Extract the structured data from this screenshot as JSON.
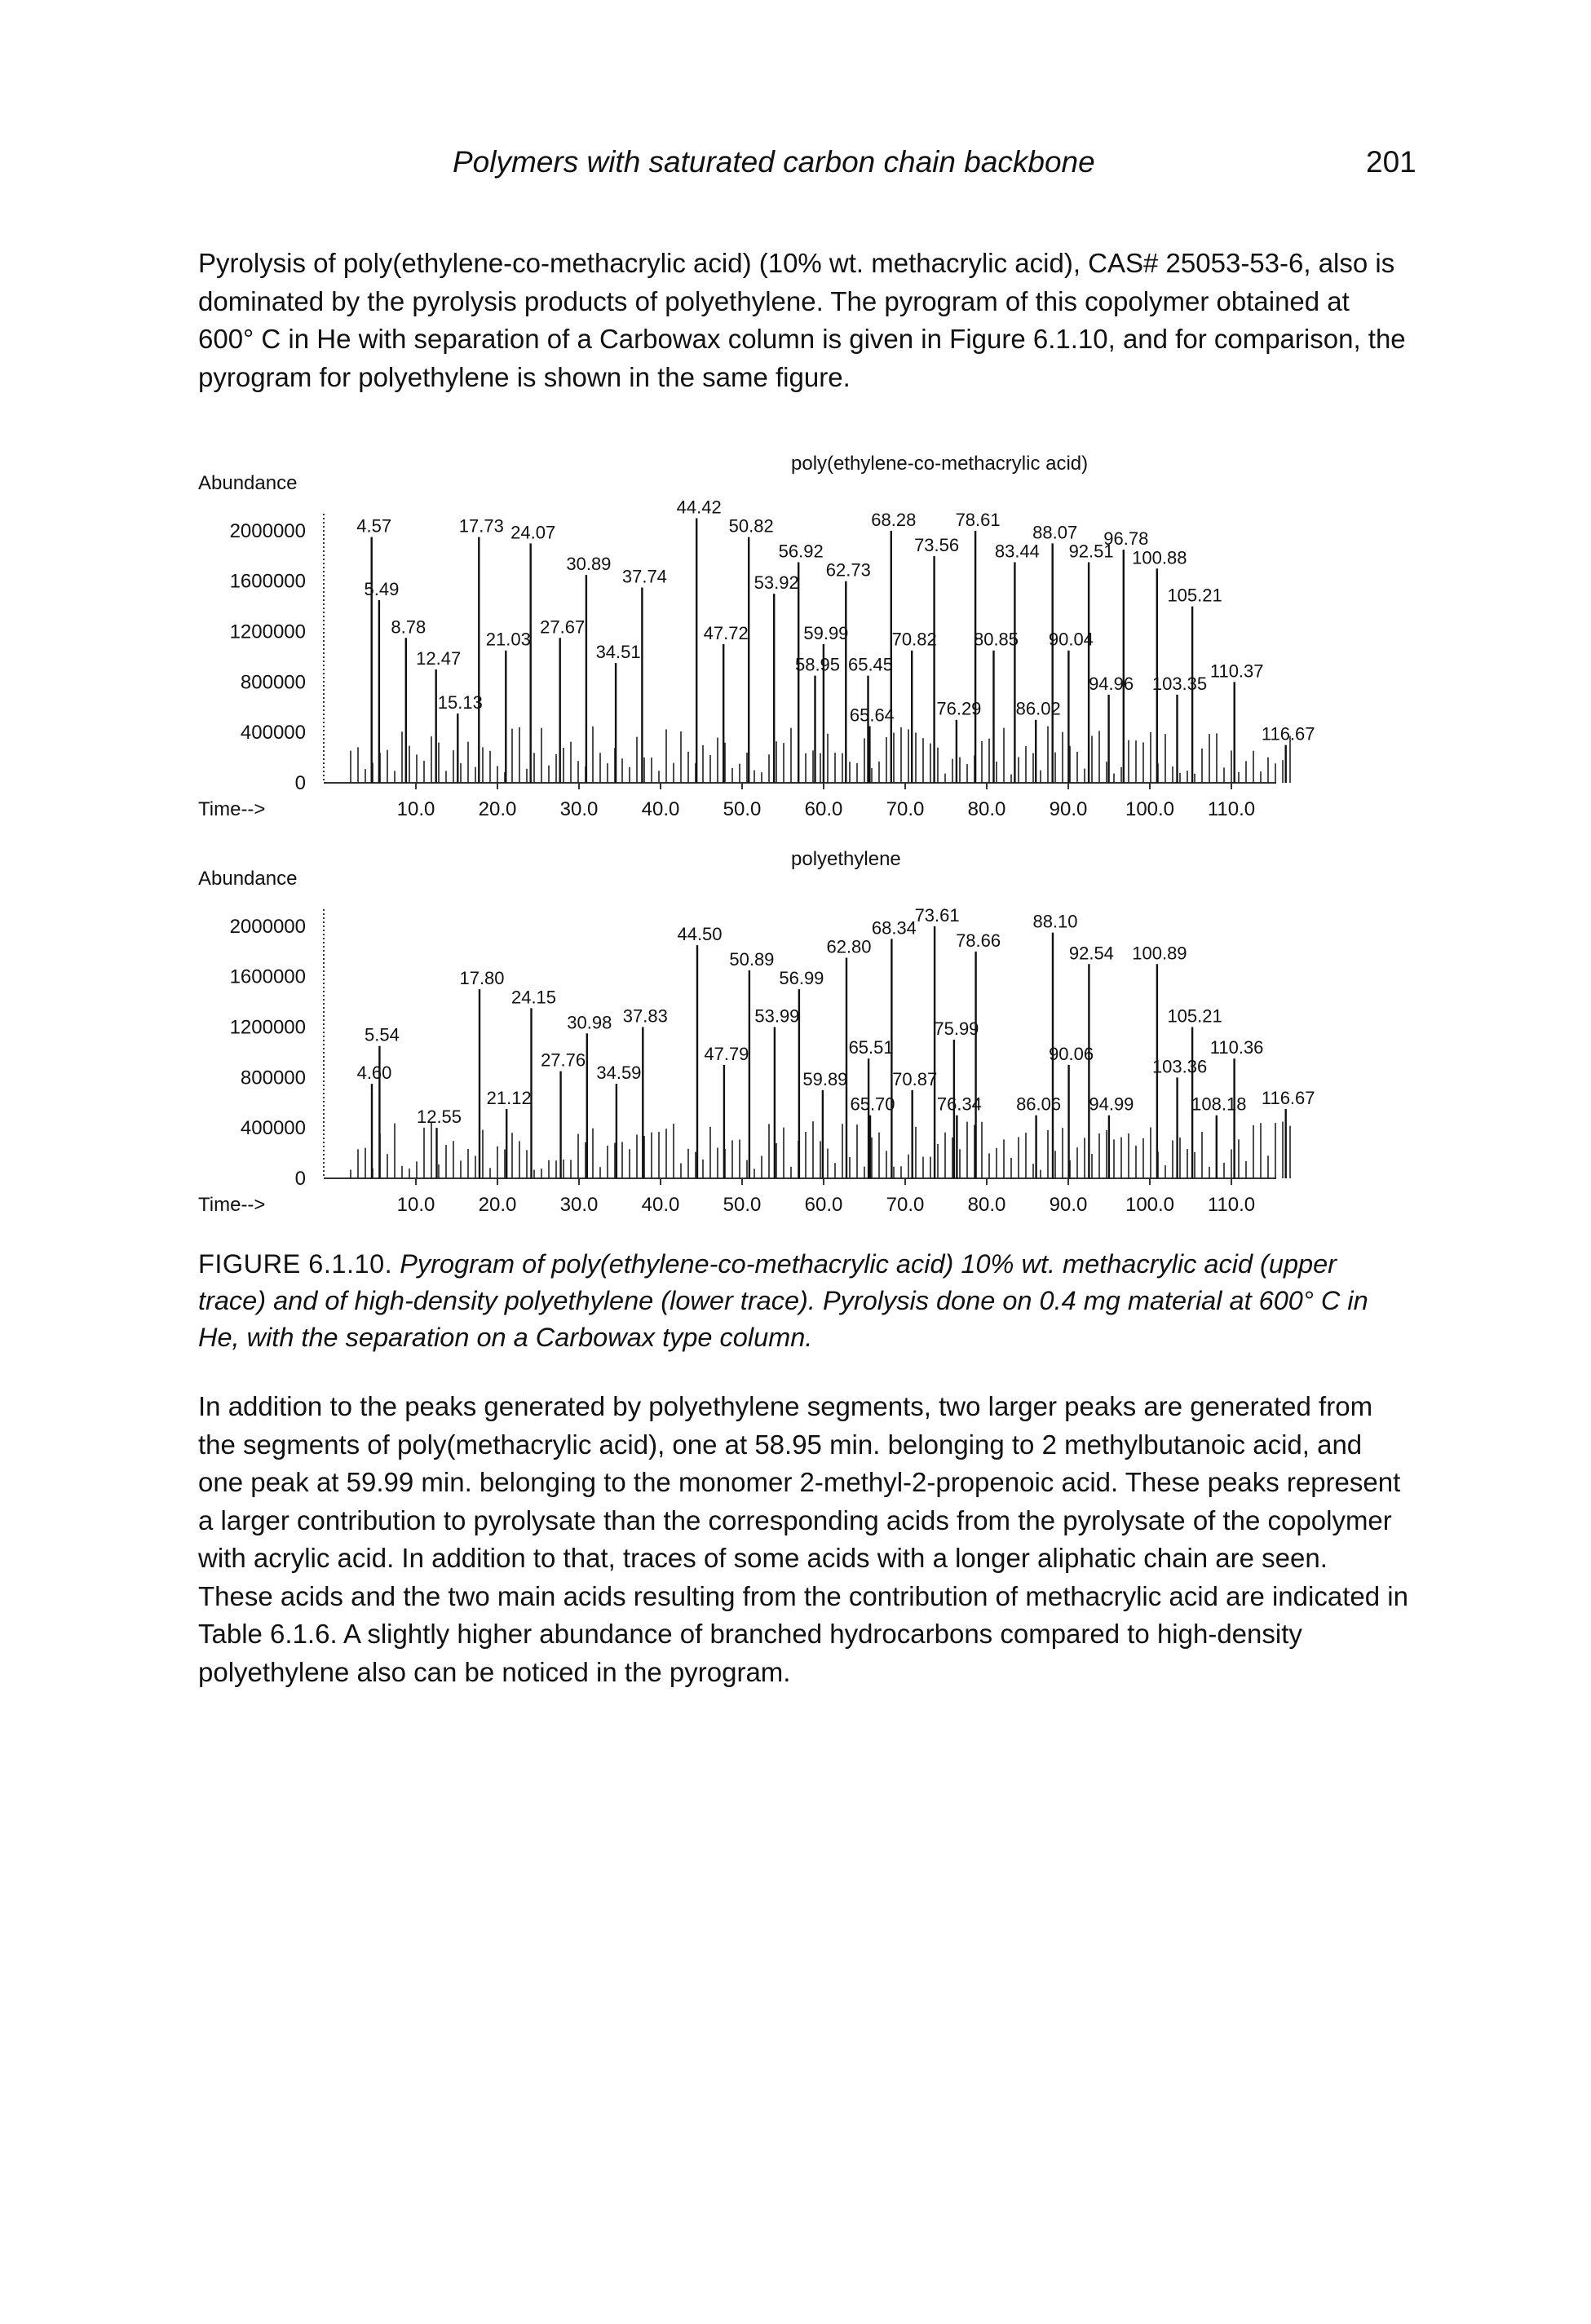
{
  "header": {
    "title": "Polymers with saturated carbon chain backbone",
    "page_number": "201"
  },
  "paragraph1": "Pyrolysis of poly(ethylene-co-methacrylic acid) (10% wt. methacrylic acid), CAS# 25053-53-6, also is dominated by the pyrolysis products of polyethylene. The pyrogram of this copolymer obtained at 600° C in He with separation of a Carbowax column is given in Figure 6.1.10, and for comparison, the pyrogram for polyethylene is shown in the same figure.",
  "caption": {
    "lead": "FIGURE 6.1.10.",
    "text": "Pyrogram of poly(ethylene-co-methacrylic acid) 10% wt. methacrylic acid (upper trace) and of high-density polyethylene (lower trace). Pyrolysis done on 0.4 mg material at 600° C in He, with the separation on a Carbowax type column."
  },
  "paragraph2": "In addition to the peaks generated by polyethylene segments, two larger peaks are generated from the segments of poly(methacrylic acid), one at 58.95 min. belonging to 2 methylbutanoic acid, and one peak at 59.99 min. belonging to the monomer 2-methyl-2-propenoic acid. These peaks represent a larger contribution to pyrolysate than the corresponding acids from the pyrolysate of the copolymer with acrylic acid. In addition to that, traces of some acids with a longer aliphatic chain are seen. These acids and the two main acids resulting from the contribution of methacrylic acid are indicated in Table 6.1.6. A slightly higher abundance of branched hydrocarbons compared to high-density polyethylene also can be noticed in the pyrogram.",
  "chart_data": [
    {
      "type": "line",
      "title": "poly(ethylene-co-methacrylic acid)",
      "ylabel": "Abundance",
      "xlabel": "Time-->",
      "xlim": [
        0,
        116
      ],
      "ylim": [
        0,
        2200000
      ],
      "yticks": [
        "2000000",
        "1600000",
        "1200000",
        "800000",
        "400000",
        "0"
      ],
      "yticks_values": [
        2000000,
        1600000,
        1200000,
        800000,
        400000,
        0
      ],
      "xticks": [
        "10.0",
        "20.0",
        "30.0",
        "40.0",
        "50.0",
        "60.0",
        "70.0",
        "80.0",
        "90.0",
        "100.0",
        "110.0"
      ],
      "xticks_values": [
        10,
        20,
        30,
        40,
        50,
        60,
        70,
        80,
        90,
        100,
        110
      ],
      "grid": false,
      "peaks": [
        {
          "label": "4.57",
          "x": 4.57,
          "y": 1950000
        },
        {
          "label": "5.49",
          "x": 5.49,
          "y": 1450000
        },
        {
          "label": "8.78",
          "x": 8.78,
          "y": 1150000
        },
        {
          "label": "12.47",
          "x": 12.47,
          "y": 900000
        },
        {
          "label": "15.13",
          "x": 15.13,
          "y": 550000
        },
        {
          "label": "17.73",
          "x": 17.73,
          "y": 1950000
        },
        {
          "label": "21.03",
          "x": 21.03,
          "y": 1050000
        },
        {
          "label": "24.07",
          "x": 24.07,
          "y": 1900000
        },
        {
          "label": "27.67",
          "x": 27.67,
          "y": 1150000
        },
        {
          "label": "30.89",
          "x": 30.89,
          "y": 1650000
        },
        {
          "label": "34.51",
          "x": 34.51,
          "y": 950000
        },
        {
          "label": "37.74",
          "x": 37.74,
          "y": 1550000
        },
        {
          "label": "44.42",
          "x": 44.42,
          "y": 2100000
        },
        {
          "label": "47.72",
          "x": 47.72,
          "y": 1100000
        },
        {
          "label": "50.82",
          "x": 50.82,
          "y": 1950000
        },
        {
          "label": "53.92",
          "x": 53.92,
          "y": 1500000
        },
        {
          "label": "56.92",
          "x": 56.92,
          "y": 1750000
        },
        {
          "label": "58.95",
          "x": 58.95,
          "y": 850000
        },
        {
          "label": "59.99",
          "x": 59.99,
          "y": 1100000
        },
        {
          "label": "62.73",
          "x": 62.73,
          "y": 1600000
        },
        {
          "label": "65.45",
          "x": 65.45,
          "y": 850000
        },
        {
          "label": "65.64",
          "x": 65.64,
          "y": 450000
        },
        {
          "label": "68.28",
          "x": 68.28,
          "y": 2000000
        },
        {
          "label": "70.82",
          "x": 70.82,
          "y": 1050000
        },
        {
          "label": "73.56",
          "x": 73.56,
          "y": 1800000
        },
        {
          "label": "76.29",
          "x": 76.29,
          "y": 500000
        },
        {
          "label": "78.61",
          "x": 78.61,
          "y": 2000000
        },
        {
          "label": "80.85",
          "x": 80.85,
          "y": 1050000
        },
        {
          "label": "83.44",
          "x": 83.44,
          "y": 1750000
        },
        {
          "label": "86.02",
          "x": 86.02,
          "y": 500000
        },
        {
          "label": "88.07",
          "x": 88.07,
          "y": 1900000
        },
        {
          "label": "90.04",
          "x": 90.04,
          "y": 1050000
        },
        {
          "label": "92.51",
          "x": 92.51,
          "y": 1750000
        },
        {
          "label": "94.96",
          "x": 94.96,
          "y": 700000
        },
        {
          "label": "96.78",
          "x": 96.78,
          "y": 1850000
        },
        {
          "label": "100.88",
          "x": 100.88,
          "y": 1700000
        },
        {
          "label": "103.35",
          "x": 103.35,
          "y": 700000
        },
        {
          "label": "105.21",
          "x": 105.21,
          "y": 1400000
        },
        {
          "label": "110.37",
          "x": 110.37,
          "y": 800000
        },
        {
          "label": "116.67",
          "x": 116.67,
          "y": 300000
        }
      ]
    },
    {
      "type": "line",
      "title": "polyethylene",
      "ylabel": "Abundance",
      "xlabel": "Time-->",
      "xlim": [
        0,
        116
      ],
      "ylim": [
        0,
        2200000
      ],
      "yticks": [
        "2000000",
        "1600000",
        "1200000",
        "800000",
        "400000",
        "0"
      ],
      "yticks_values": [
        2000000,
        1600000,
        1200000,
        800000,
        400000,
        0
      ],
      "xticks": [
        "10.0",
        "20.0",
        "30.0",
        "40.0",
        "50.0",
        "60.0",
        "70.0",
        "80.0",
        "90.0",
        "100.0",
        "110.0"
      ],
      "xticks_values": [
        10,
        20,
        30,
        40,
        50,
        60,
        70,
        80,
        90,
        100,
        110
      ],
      "grid": false,
      "peaks": [
        {
          "label": "4.60",
          "x": 4.6,
          "y": 750000
        },
        {
          "label": "5.54",
          "x": 5.54,
          "y": 1050000
        },
        {
          "label": "12.55",
          "x": 12.55,
          "y": 400000
        },
        {
          "label": "17.80",
          "x": 17.8,
          "y": 1500000
        },
        {
          "label": "21.12",
          "x": 21.12,
          "y": 550000
        },
        {
          "label": "24.15",
          "x": 24.15,
          "y": 1350000
        },
        {
          "label": "27.76",
          "x": 27.76,
          "y": 850000
        },
        {
          "label": "30.98",
          "x": 30.98,
          "y": 1150000
        },
        {
          "label": "34.59",
          "x": 34.59,
          "y": 750000
        },
        {
          "label": "37.83",
          "x": 37.83,
          "y": 1200000
        },
        {
          "label": "44.50",
          "x": 44.5,
          "y": 1850000
        },
        {
          "label": "47.79",
          "x": 47.79,
          "y": 900000
        },
        {
          "label": "50.89",
          "x": 50.89,
          "y": 1650000
        },
        {
          "label": "53.99",
          "x": 53.99,
          "y": 1200000
        },
        {
          "label": "56.99",
          "x": 56.99,
          "y": 1500000
        },
        {
          "label": "59.89",
          "x": 59.89,
          "y": 700000
        },
        {
          "label": "62.80",
          "x": 62.8,
          "y": 1750000
        },
        {
          "label": "65.51",
          "x": 65.51,
          "y": 950000
        },
        {
          "label": "65.70",
          "x": 65.7,
          "y": 500000
        },
        {
          "label": "68.34",
          "x": 68.34,
          "y": 1900000
        },
        {
          "label": "70.87",
          "x": 70.87,
          "y": 700000
        },
        {
          "label": "73.61",
          "x": 73.61,
          "y": 2000000
        },
        {
          "label": "75.99",
          "x": 75.99,
          "y": 1100000
        },
        {
          "label": "76.34",
          "x": 76.34,
          "y": 500000
        },
        {
          "label": "78.66",
          "x": 78.66,
          "y": 1800000
        },
        {
          "label": "86.06",
          "x": 86.06,
          "y": 500000
        },
        {
          "label": "88.10",
          "x": 88.1,
          "y": 1950000
        },
        {
          "label": "90.06",
          "x": 90.06,
          "y": 900000
        },
        {
          "label": "92.54",
          "x": 92.54,
          "y": 1700000
        },
        {
          "label": "94.99",
          "x": 94.99,
          "y": 500000
        },
        {
          "label": "100.89",
          "x": 100.89,
          "y": 1700000
        },
        {
          "label": "103.36",
          "x": 103.36,
          "y": 800000
        },
        {
          "label": "105.21",
          "x": 105.21,
          "y": 1200000
        },
        {
          "label": "108.18",
          "x": 108.18,
          "y": 500000
        },
        {
          "label": "110.36",
          "x": 110.36,
          "y": 950000
        },
        {
          "label": "116.67",
          "x": 116.67,
          "y": 550000
        }
      ]
    }
  ]
}
